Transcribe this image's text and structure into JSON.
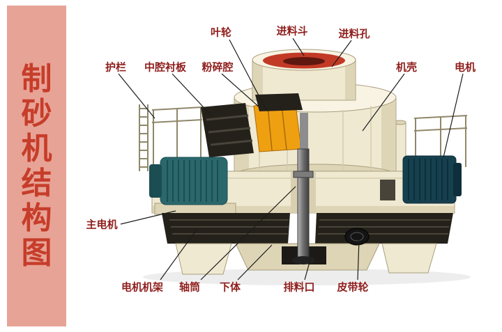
{
  "banner": {
    "title": "制砂机结构图",
    "chars": [
      "制",
      "砂",
      "机",
      "结",
      "构",
      "图"
    ]
  },
  "labels": [
    {
      "id": "impeller",
      "text": "叶轮"
    },
    {
      "id": "feed-hopper",
      "text": "进料斗"
    },
    {
      "id": "feed-hole",
      "text": "进料孔"
    },
    {
      "id": "guard-rail",
      "text": "护栏"
    },
    {
      "id": "middle-cavity-liner",
      "text": "中腔衬板"
    },
    {
      "id": "crushing-chamber",
      "text": "粉碎腔"
    },
    {
      "id": "casing",
      "text": "机壳"
    },
    {
      "id": "motor",
      "text": "电机"
    },
    {
      "id": "main-motor",
      "text": "主电机"
    },
    {
      "id": "motor-frame",
      "text": "电机机架"
    },
    {
      "id": "shaft-tube",
      "text": "轴筒"
    },
    {
      "id": "lower-body",
      "text": "下体"
    },
    {
      "id": "discharge-port",
      "text": "排料口"
    },
    {
      "id": "belt-pulley",
      "text": "皮带轮"
    }
  ],
  "colors": {
    "banner_bg": "#e7a396",
    "banner_text": "#c63d2a",
    "label": "#8e1e1c",
    "line": "#1c1c1c",
    "cream": "#f0e9d2",
    "cream_light": "#f8f3e3",
    "cream_shade": "#ded5b7",
    "outline": "#a89e7c",
    "red_ring": "#c23a25",
    "red_dark": "#5e1810",
    "orange": "#efa011",
    "orange_dark": "#a96a08",
    "dark": "#24211b",
    "dark_mid": "#49443a",
    "teal": "#2a686c",
    "teal_dark": "#1b4d52",
    "navy": "#16404e",
    "navy_dark": "#0d2e3a",
    "steel": "#8d8d8d"
  }
}
